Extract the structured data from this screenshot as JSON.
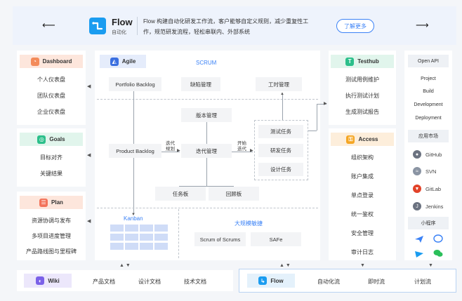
{
  "top": {
    "left_arrow": "⟵",
    "right_arrow": "⟶",
    "logo_title": "Flow",
    "logo_sub": "自动化",
    "description_line1": "Flow 构建自动化研发工作流，客户能够自定义规则，减少重复性工",
    "description_line2": "作，规范研发流程，轻松串联内、外部系统",
    "learn_more": "了解更多"
  },
  "left": {
    "dashboard": {
      "title": "Dashboard",
      "items": [
        "个人仪表盘",
        "团队仪表盘",
        "企业仪表盘"
      ]
    },
    "goals": {
      "title": "Goals",
      "items": [
        "目标对齐",
        "关键结果"
      ]
    },
    "plan": {
      "title": "Plan",
      "items": [
        "资源协调与发布",
        "多项目进度管理",
        "产品路线图与里程碑"
      ]
    }
  },
  "agile": {
    "title": "Agile",
    "scrum_label": "SCRUM",
    "portfolio_backlog": "Portfolio Backlog",
    "defect_mgmt": "缺陷管理",
    "work_hours": "工时管理",
    "version_mgmt": "版本管理",
    "product_backlog": "Product Backlog",
    "iteration_plan_l1": "迭代",
    "iteration_plan_l2": "规划",
    "iteration_mgmt": "迭代管理",
    "start_iter_l1": "开始",
    "start_iter_l2": "迭代",
    "test_task": "测试任务",
    "dev_task": "研发任务",
    "design_task": "设计任务",
    "task_board": "任务板",
    "retro_board": "回顾板",
    "kanban": "Kanban",
    "large_scale": "大规模敏捷",
    "scrum_of_scrums": "Scrum of Scrums",
    "safe": "SAFe"
  },
  "testhub": {
    "title": "Testhub",
    "items": [
      "测试用例维护",
      "执行测试计划",
      "生成测试报告"
    ]
  },
  "access": {
    "title": "Access",
    "items": [
      "组织架构",
      "账户集成",
      "单点登录",
      "统一鉴权",
      "安全管理",
      "审计日志"
    ]
  },
  "right": {
    "open_api": "Open API",
    "api_items": [
      "Project",
      "Build",
      "Development",
      "Deployment"
    ],
    "app_market": "应用市场",
    "apps": [
      "GitHub",
      "SVN",
      "GitLab",
      "Jenkins"
    ],
    "mini_program": "小程序"
  },
  "bottom": {
    "wiki": "Wiki",
    "wiki_items": [
      "产品文档",
      "设计文档",
      "技术文档"
    ],
    "flow": "Flow",
    "flow_items": [
      "自动化流",
      "即时流",
      "计划流"
    ]
  },
  "colors": {
    "accent": "#3b82f6",
    "dashboard_bg": "#fde6dc",
    "goals_bg": "#e1f5ec",
    "plan_bg": "#fde6dc",
    "agile_bg": "#e5ecfb",
    "testhub_bg": "#e1f5ec",
    "access_bg": "#fdeedb",
    "wiki_bg": "#ece7fb",
    "flow_bg": "#e4f1fb"
  }
}
